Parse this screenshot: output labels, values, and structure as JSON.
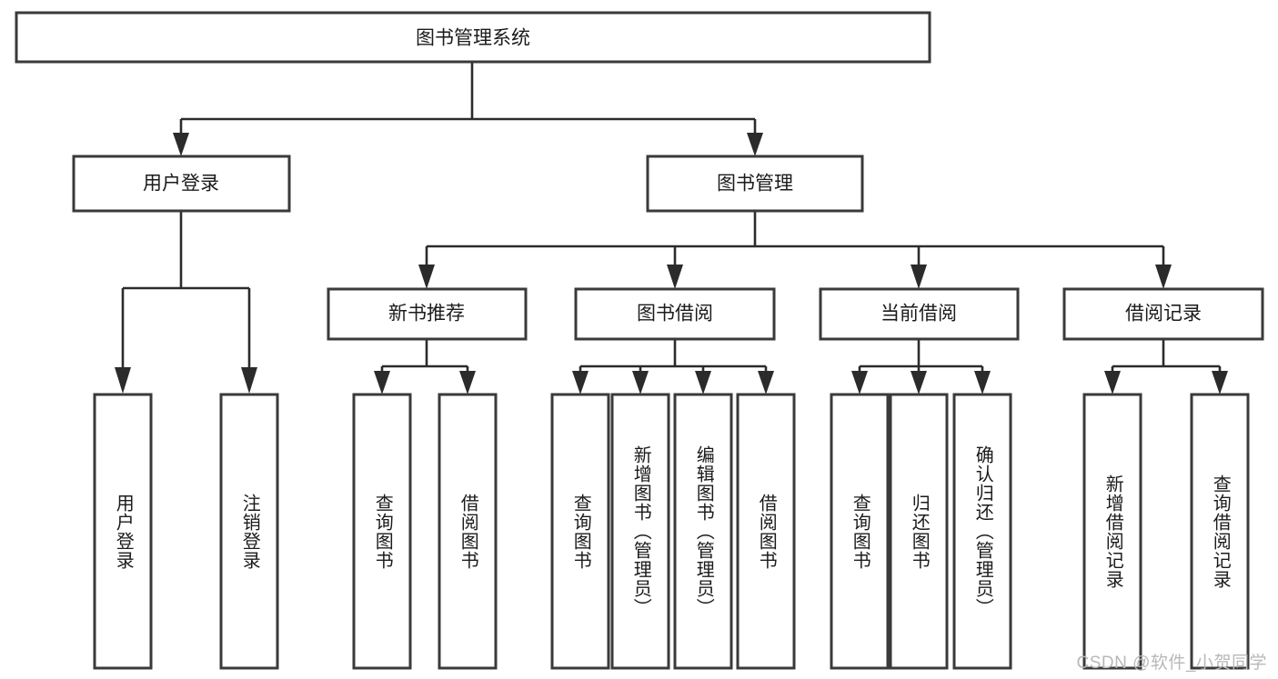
{
  "diagram": {
    "title": "图书管理系统",
    "type": "tree-hierarchy",
    "root": {
      "label": "图书管理系统"
    },
    "level2": [
      {
        "id": "user-login",
        "label": "用户登录"
      },
      {
        "id": "book-management",
        "label": "图书管理"
      }
    ],
    "level3": [
      {
        "id": "new-book-recommend",
        "label": "新书推荐"
      },
      {
        "id": "book-borrow",
        "label": "图书借阅"
      },
      {
        "id": "current-borrow",
        "label": "当前借阅"
      },
      {
        "id": "borrow-record",
        "label": "借阅记录"
      }
    ],
    "leaves": [
      {
        "id": "leaf-user-login",
        "label": "用户登录",
        "parent": "user-login"
      },
      {
        "id": "leaf-logout-login",
        "label": "注销登录",
        "parent": "user-login"
      },
      {
        "id": "leaf-query-book-1",
        "label": "查询图书",
        "parent": "new-book-recommend"
      },
      {
        "id": "leaf-borrow-book-1",
        "label": "借阅图书",
        "parent": "new-book-recommend"
      },
      {
        "id": "leaf-query-book-2",
        "label": "查询图书",
        "parent": "book-borrow"
      },
      {
        "id": "leaf-add-book",
        "label": "新增图书（管理员）",
        "parent": "book-borrow"
      },
      {
        "id": "leaf-edit-book",
        "label": "编辑图书（管理员）",
        "parent": "book-borrow"
      },
      {
        "id": "leaf-borrow-book-2",
        "label": "借阅图书",
        "parent": "book-borrow"
      },
      {
        "id": "leaf-query-book-3",
        "label": "查询图书",
        "parent": "current-borrow"
      },
      {
        "id": "leaf-return-book",
        "label": "归还图书",
        "parent": "current-borrow"
      },
      {
        "id": "leaf-confirm-return",
        "label": "确认归还（管理员）",
        "parent": "current-borrow"
      },
      {
        "id": "leaf-add-record",
        "label": "新增借阅记录",
        "parent": "borrow-record"
      },
      {
        "id": "leaf-query-record",
        "label": "查询借阅记录",
        "parent": "borrow-record"
      }
    ],
    "colors": {
      "box_stroke": "#3a3a3a",
      "connector": "#2b2b2b",
      "text": "#1b1b1b",
      "background": "#ffffff",
      "watermark": "#b8b8b8"
    }
  },
  "watermark": {
    "text": "CSDN @软件_小贺同学"
  }
}
